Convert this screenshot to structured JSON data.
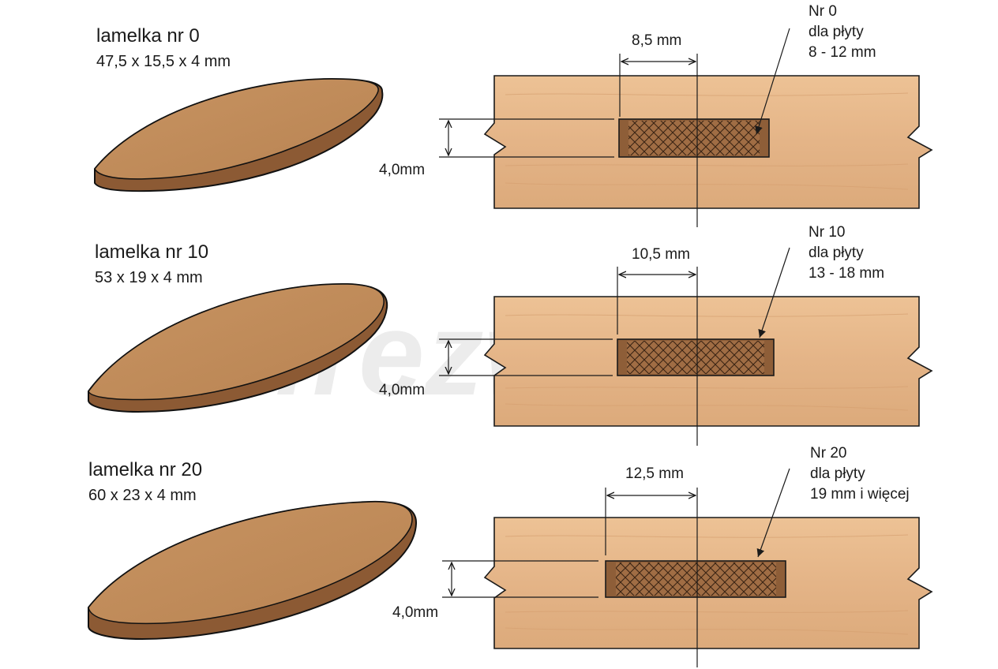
{
  "colors": {
    "wood_light": "#e8b98c",
    "wood_mid": "#dcaa7c",
    "wood_grain": "#c99566",
    "biscuit_face": "#c58f5d",
    "biscuit_edge": "#8c5a34",
    "slot_fill": "#9a6a42",
    "line": "#1a1a1a",
    "watermark": "#e9e9e9"
  },
  "watermark": {
    "text": "frezwal",
    "registered": "®"
  },
  "rows": [
    {
      "title": "lamelka nr 0",
      "dims": "47,5 x 15,5 x 4 mm",
      "slot_depth_label": "8,5 mm",
      "thickness_label": "4,0mm",
      "note": [
        "Nr 0",
        "dla płyty",
        "8 - 12 mm"
      ]
    },
    {
      "title": "lamelka nr 10",
      "dims": "53 x 19 x 4 mm",
      "slot_depth_label": "10,5 mm",
      "thickness_label": "4,0mm",
      "note": [
        "Nr 10",
        "dla płyty",
        "13 - 18 mm"
      ]
    },
    {
      "title": "lamelka nr 20",
      "dims": "60 x 23 x 4 mm",
      "slot_depth_label": "12,5 mm",
      "thickness_label": "4,0mm",
      "note": [
        "Nr 20",
        "dla płyty",
        "19 mm i więcej"
      ]
    }
  ]
}
